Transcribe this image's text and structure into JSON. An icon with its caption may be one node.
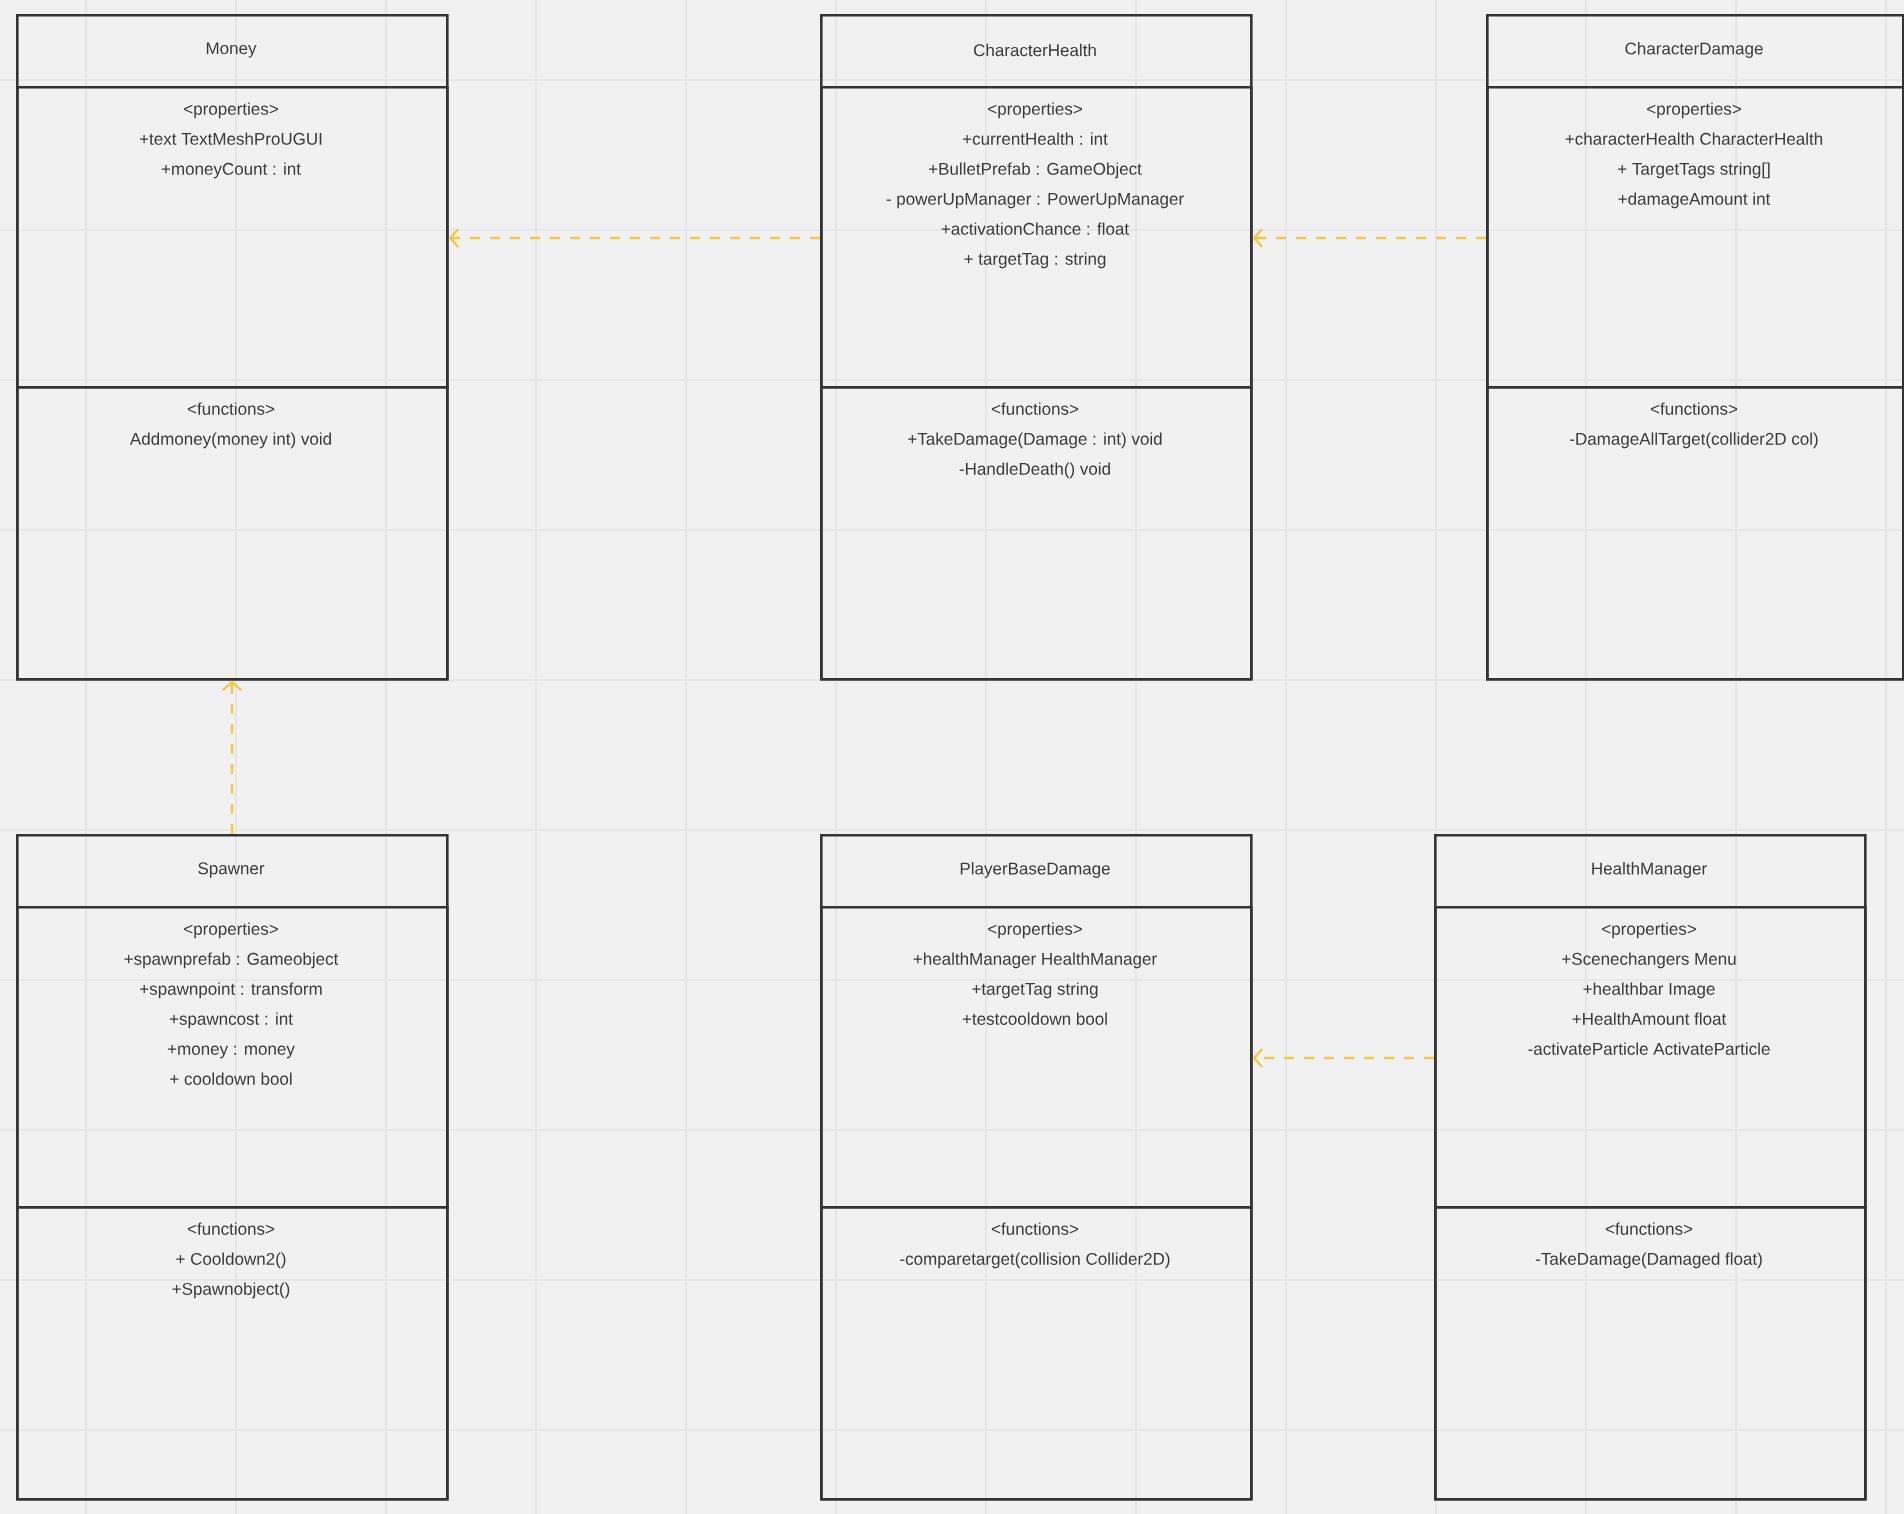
{
  "diagram": {
    "nodes": [
      {
        "text": [
          "Money"
        ]
      },
      {
        "text": [
          "<properties>",
          "+text TextMeshProUGUI",
          "+moneyCount : int"
        ],
        "in": 0
      },
      {
        "text": [
          "<functions>",
          "Addmoney(money int) void"
        ],
        "in": 0
      },
      {
        "text": [
          "CharacterHealth"
        ]
      },
      {
        "text": [
          "<properties>",
          "+currentHealth : int",
          "+BulletPrefab : GameObject",
          "- powerUpManager : PowerUpManager",
          "+activationChance : float",
          "+ targetTag : string"
        ],
        "in": 3
      },
      {
        "text": [
          "<functions>",
          "+TakeDamage(Damage : int) void",
          "-HandleDeath() void"
        ],
        "in": 3
      },
      {
        "text": [
          "CharacterDamage"
        ]
      },
      {
        "text": [
          "<properties>",
          "+characterHealth CharacterHealth",
          "+ TargetTags string[]",
          "+damageAmount int"
        ],
        "in": 6
      },
      {
        "text": [
          "<functions>",
          "-DamageAllTarget(collider2D col)"
        ],
        "in": 6
      },
      {
        "text": [
          "Spawner"
        ]
      },
      {
        "text": [
          "<properties>",
          "+spawnprefab : Gameobject",
          "+spawnpoint : transform",
          "+spawncost : int",
          "+money : money",
          "+ cooldown bool"
        ],
        "in": 9
      },
      {
        "text": [
          "<functions>",
          "+ Cooldown2()",
          "+Spawnobject()"
        ],
        "in": 9
      },
      {
        "text": [
          "PlayerBaseDamage"
        ]
      },
      {
        "text": [
          "<properties>",
          "+healthManager HealthManager",
          "+targetTag string",
          "+testcooldown bool"
        ],
        "in": 12
      },
      {
        "text": [
          "<functions>",
          "-comparetarget(collision Collider2D)"
        ],
        "in": 12
      },
      {
        "text": [
          "HealthManager"
        ]
      },
      {
        "text": [
          "<properties>",
          "+Scenechangers Menu",
          "+healthbar Image",
          "+HealthAmount float",
          "-activateParticle ActivateParticle"
        ],
        "in": 15
      },
      {
        "text": [
          "<functions>",
          "-TakeDamage(Damaged float)"
        ],
        "in": 15
      }
    ],
    "edges": [
      {
        "from": 3,
        "to": 0,
        "arrow": "to",
        "style": "dashed",
        "color": "#f5c842"
      },
      {
        "from": 6,
        "to": 3,
        "arrow": "to",
        "style": "dashed",
        "color": "#f5c842"
      },
      {
        "from": 9,
        "to": 0,
        "arrow": "to",
        "style": "dashed",
        "color": "#f5c842"
      },
      {
        "from": 15,
        "to": 12,
        "arrow": "to",
        "style": "dashed",
        "color": "#f5c842"
      }
    ]
  }
}
